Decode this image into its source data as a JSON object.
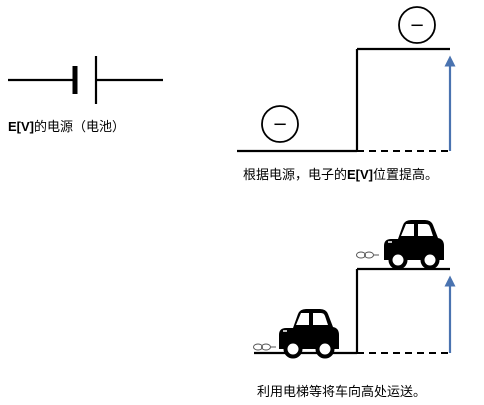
{
  "battery_label": {
    "pre": "E[V]",
    "post": "的电源（电池）"
  },
  "upper_caption": {
    "pre": "根据电源，电子的",
    "bold": "E[V]",
    "post": "位置提高。"
  },
  "lower_caption": "利用电梯等将车向高处运送。",
  "electron_symbol": "−",
  "colors": {
    "line": "#000000",
    "arrow": "#4a73b0"
  },
  "icons": [
    "battery-symbol",
    "electron-icon",
    "car-icon",
    "exhaust-icon",
    "up-arrow-icon"
  ]
}
